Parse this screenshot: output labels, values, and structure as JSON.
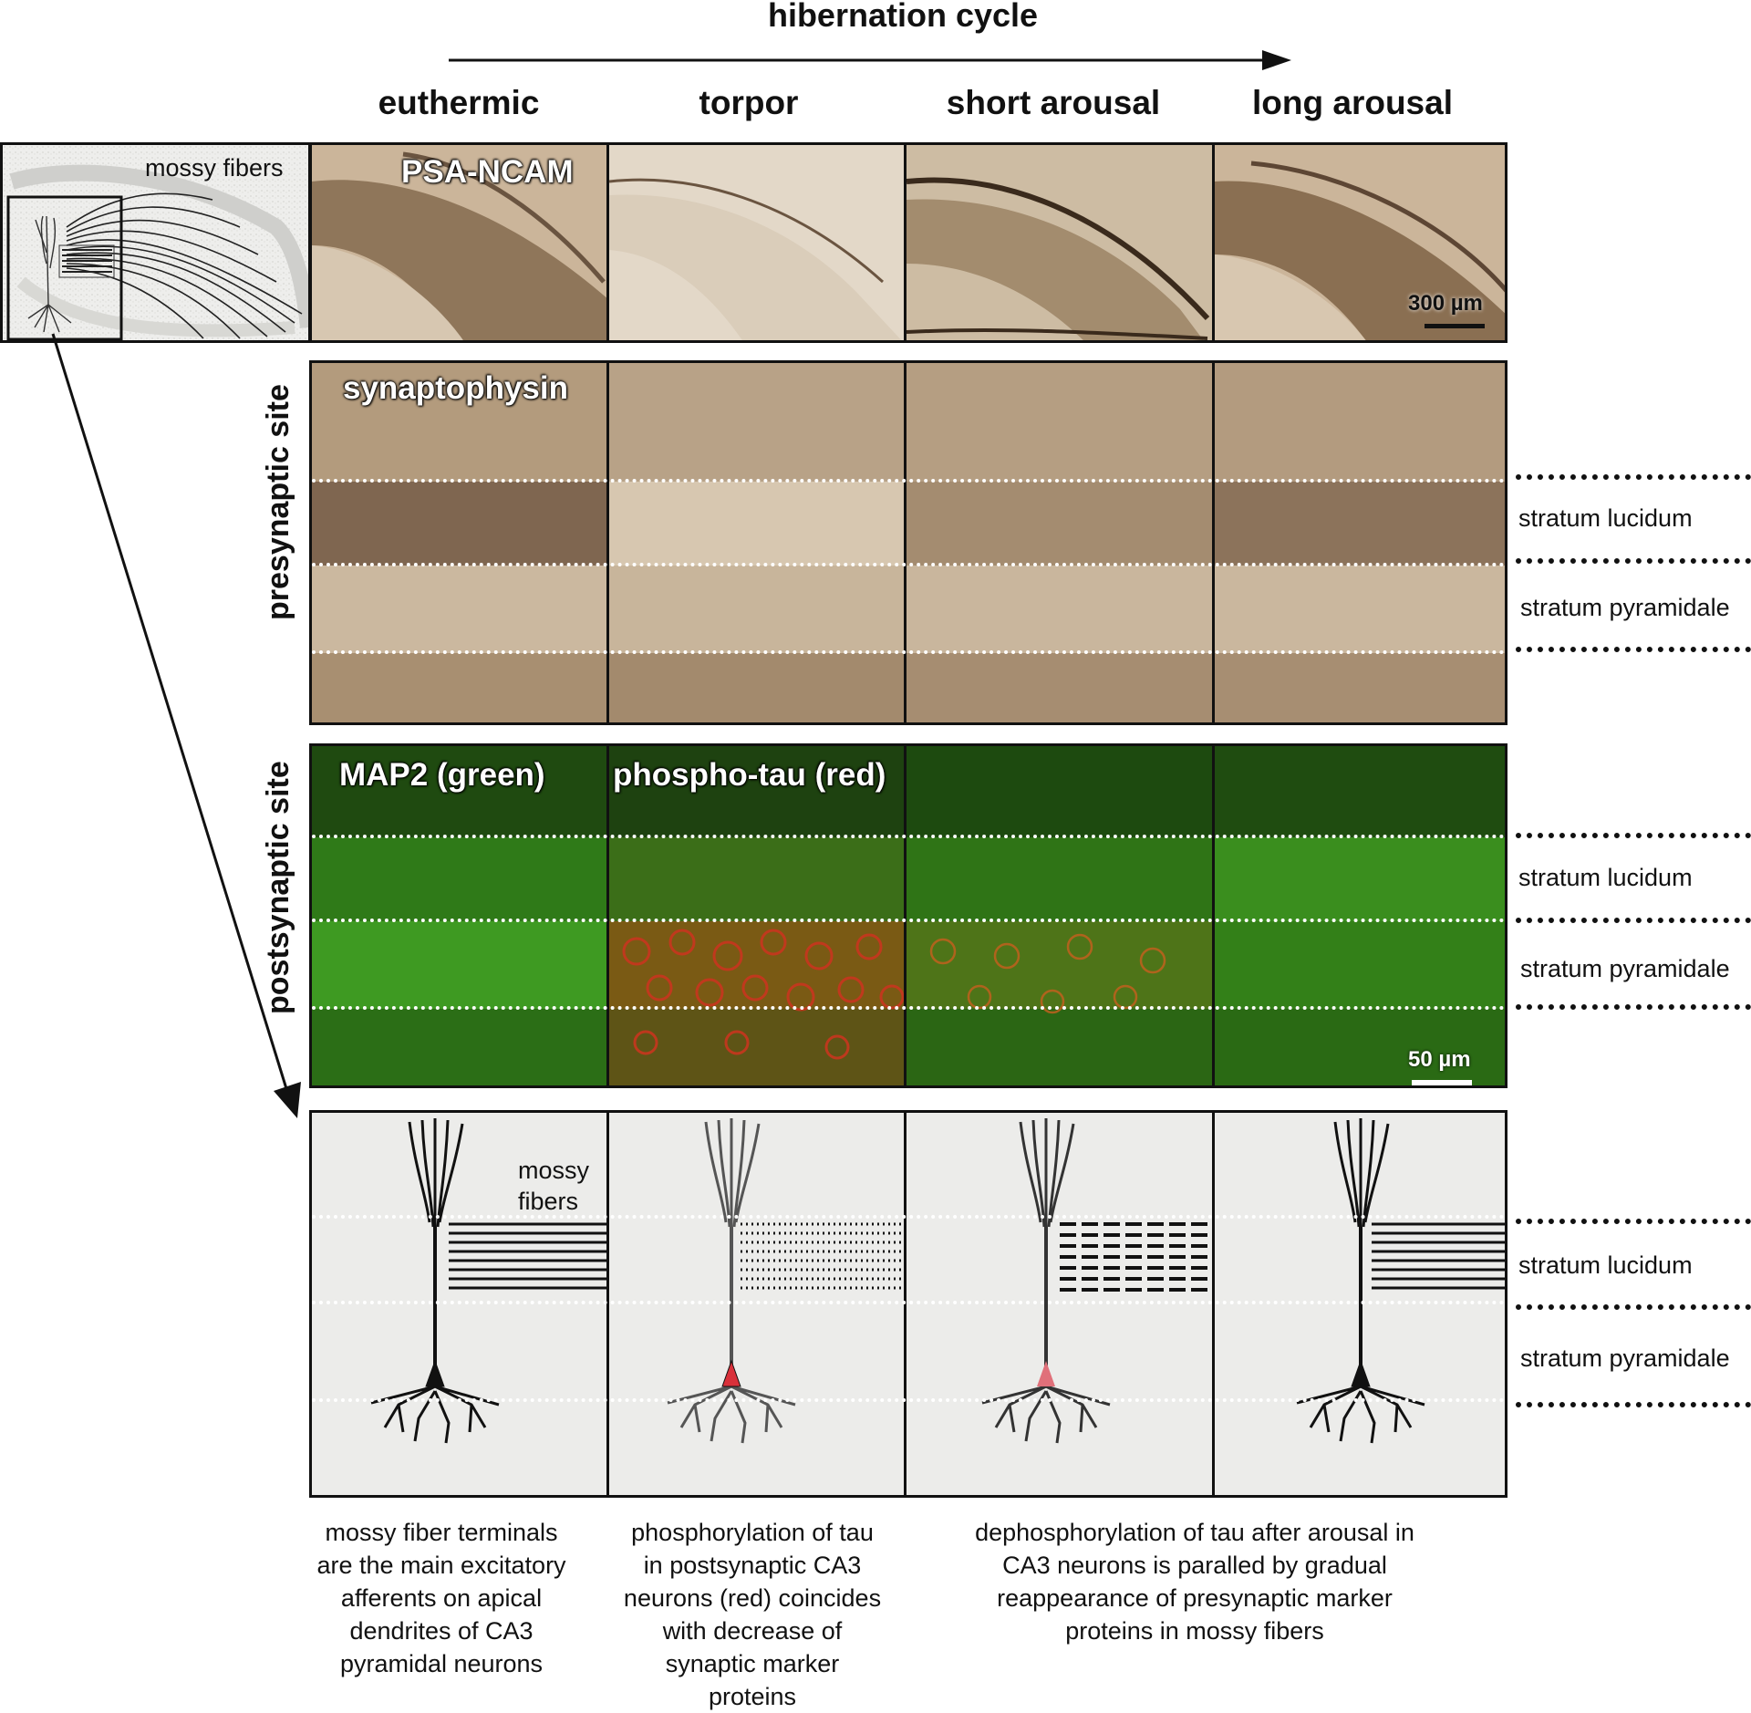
{
  "header": {
    "title": "hibernation cycle",
    "columns": [
      "euthermic",
      "torpor",
      "short arousal",
      "long arousal"
    ]
  },
  "overview": {
    "label": "mossy fibers"
  },
  "rows": {
    "psa": {
      "title": "PSA-NCAM",
      "scale": "300 µm"
    },
    "syn": {
      "title": "synaptophysin",
      "side_label": "presynaptic site"
    },
    "map": {
      "title_left": "MAP2 (green)",
      "title_right": "phospho-tau (red)",
      "side_label": "postsynaptic site",
      "scale": "50 µm"
    },
    "diagram": {
      "label": "mossy\nfibers",
      "label_line1": "mossy",
      "label_line2": "fibers"
    }
  },
  "strata": {
    "lucidum": "stratum lucidum",
    "pyramidale": "stratum pyramidale"
  },
  "captions": {
    "left": "mossy fiber terminals are the main excitatory afferents on apical dendrites of CA3 pyramidal neurons",
    "middle": "phosphorylation of tau in postsynaptic CA3 neurons (red) coincides with decrease of synaptic marker proteins",
    "right": "dephosphorylation of tau after arousal in CA3 neurons is paralled by gradual reappearance of presynaptic marker proteins in mossy fibers"
  },
  "colors": {
    "tissue_brown": "#a58c6e",
    "tissue_light": "#d9cbb8",
    "fluor_green": "#3f8f1e",
    "phospho_red": "#c8361e",
    "soma_red": "#d9303a"
  }
}
